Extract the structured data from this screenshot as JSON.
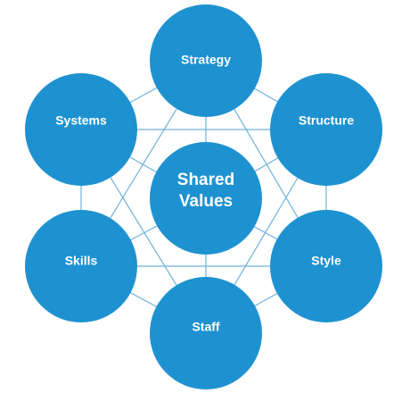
{
  "diagram": {
    "center": {
      "label_lines": [
        "Shared",
        "Values"
      ]
    },
    "nodes": [
      {
        "id": "strategy",
        "label": "Strategy"
      },
      {
        "id": "structure",
        "label": "Structure"
      },
      {
        "id": "style",
        "label": "Style"
      },
      {
        "id": "staff",
        "label": "Staff"
      },
      {
        "id": "skills",
        "label": "Skills"
      },
      {
        "id": "systems",
        "label": "Systems"
      }
    ],
    "colors": {
      "node_fill": "#1e92d1",
      "connector": "#6fb2dc",
      "label_text": "#ffffff",
      "background": "#ffffff"
    }
  }
}
